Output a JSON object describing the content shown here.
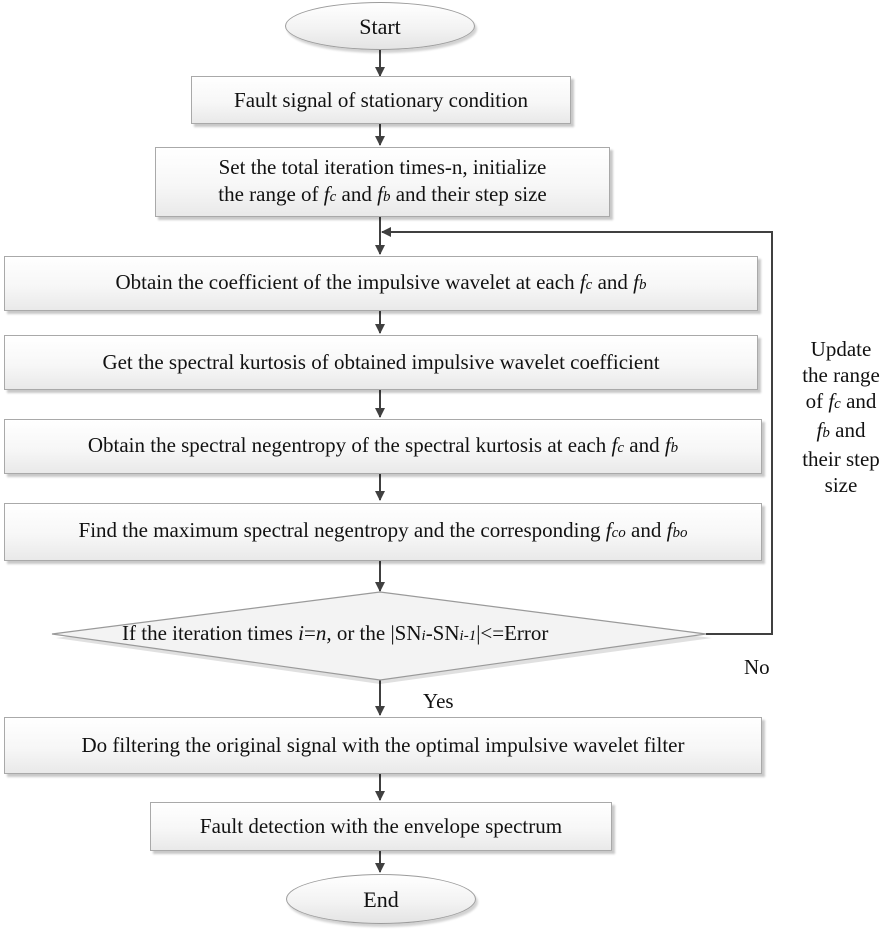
{
  "flowchart": {
    "start": "Start",
    "end": "End",
    "steps": {
      "fault_signal": "Fault signal of stationary condition",
      "set_iter_line1": "Set the total iteration times-n, initialize",
      "set_iter_line2_a": "the range of ",
      "set_iter_line2_b": " and ",
      "set_iter_line2_c": " and  their step size",
      "obtain_coeff_a": "Obtain the coefficient of the impulsive wavelet at each ",
      "obtain_coeff_b": " and ",
      "spectral_kurtosis": "Get the spectral kurtosis of obtained impulsive wavelet coefficient",
      "negentropy_a": "Obtain the spectral negentropy of  the spectral kurtosis at each ",
      "negentropy_b": " and ",
      "find_max_a": "Find the maximum spectral negentropy and the corresponding ",
      "find_max_b": " and ",
      "filtering": "Do filtering the original signal with the optimal impulsive wavelet filter",
      "fault_detection": "Fault detection with the envelope spectrum"
    },
    "symbols": {
      "f": "f",
      "c": "c",
      "b": "b",
      "co": "co",
      "bo": "bo",
      "i": "i",
      "n": "n",
      "i_minus_1": "i-1"
    },
    "decision": {
      "part1": "If the iteration times ",
      "eq": "=",
      "part2": ", or the |SN",
      "dash": "-SN",
      "part3": "|<=Error"
    },
    "branch_labels": {
      "yes": "Yes",
      "no": "No"
    },
    "loop_note": {
      "line1": "Update",
      "line2": "the range",
      "line3_a": "of ",
      "line3_b": " and",
      "line4_b": " and",
      "line5": "their step",
      "line6": "size"
    },
    "colors": {
      "edge": "#404040",
      "border": "#a9a9a9",
      "fill": "#f4f4f4"
    }
  }
}
